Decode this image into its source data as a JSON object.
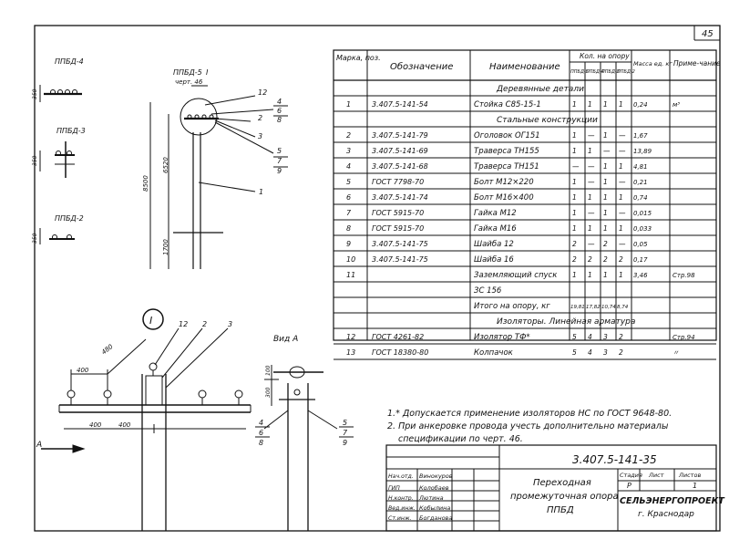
{
  "sheet": {
    "number": "45",
    "code": "3.407.5-141-35",
    "title_lines": [
      "Переходная",
      "промежуточная опора",
      "ППБД"
    ],
    "stage_label": "Стадия",
    "stage": "Р",
    "sheet_label": "Лист",
    "sheets_label": "Листов",
    "sheet_no": "1",
    "company": "СЕЛЬЭНЕРГОПРОЕКТ",
    "city": "г. Краснодар"
  },
  "signatures": [
    {
      "role": "Нач.отд.",
      "name": "Винокуров"
    },
    {
      "role": "ГИП",
      "name": "Колобаев"
    },
    {
      "role": "Н.контр.",
      "name": "Лютина"
    },
    {
      "role": "Вед.инж.",
      "name": "Кобылина"
    },
    {
      "role": "Ст.инж.",
      "name": "Богданова"
    }
  ],
  "table": {
    "headers": {
      "mark": "Марка, поз.",
      "designation": "Обозначение",
      "name": "Наименование",
      "qty_group": "Кол. на опору",
      "qty_cols": [
        "ППБД-5",
        "ППБД-4",
        "ППБД-3",
        "ППБД-2"
      ],
      "mass": "Масса ед. кг",
      "note": "Приме-чание"
    },
    "sections": {
      "wood": "Деревянные детали",
      "steel": "Стальные конструкции",
      "insulators": "Изоляторы. Линейная арматура"
    },
    "wood_rows": [
      {
        "pos": "1",
        "code": "3.407.5-141-54",
        "name": "Стойка С85-15-1",
        "q": [
          "1",
          "1",
          "1",
          "1"
        ],
        "mass": "0,24",
        "note": "м³"
      }
    ],
    "steel_rows": [
      {
        "pos": "2",
        "code": "3.407.5-141-79",
        "name": "Оголовок ОГ151",
        "q": [
          "1",
          "—",
          "1",
          "—"
        ],
        "mass": "1,67",
        "note": ""
      },
      {
        "pos": "3",
        "code": "3.407.5-141-69",
        "name": "Траверса ТН155",
        "q": [
          "1",
          "1",
          "—",
          "—"
        ],
        "mass": "13,89",
        "note": ""
      },
      {
        "pos": "4",
        "code": "3.407.5-141-68",
        "name": "Траверса ТН151",
        "q": [
          "—",
          "—",
          "1",
          "1"
        ],
        "mass": "4,81",
        "note": ""
      },
      {
        "pos": "5",
        "code": "ГОСТ 7798-70",
        "name": "Болт М12×220",
        "q": [
          "1",
          "—",
          "1",
          "—"
        ],
        "mass": "0,21",
        "note": ""
      },
      {
        "pos": "6",
        "code": "3.407.5-141-74",
        "name": "Болт М16×400",
        "q": [
          "1",
          "1",
          "1",
          "1"
        ],
        "mass": "0,74",
        "note": ""
      },
      {
        "pos": "7",
        "code": "ГОСТ 5915-70",
        "name": "Гайка М12",
        "q": [
          "1",
          "—",
          "1",
          "—"
        ],
        "mass": "0,015",
        "note": ""
      },
      {
        "pos": "8",
        "code": "ГОСТ 5915-70",
        "name": "Гайка М16",
        "q": [
          "1",
          "1",
          "1",
          "1"
        ],
        "mass": "0,033",
        "note": ""
      },
      {
        "pos": "9",
        "code": "3.407.5-141-75",
        "name": "Шайба 12",
        "q": [
          "2",
          "—",
          "2",
          "—"
        ],
        "mass": "0,05",
        "note": ""
      },
      {
        "pos": "10",
        "code": "3.407.5-141-75",
        "name": "Шайба 16",
        "q": [
          "2",
          "2",
          "2",
          "2"
        ],
        "mass": "0,17",
        "note": ""
      },
      {
        "pos": "11",
        "code": "",
        "name": "Заземляющий спуск",
        "q": [
          "1",
          "1",
          "1",
          "1"
        ],
        "mass": "3,46",
        "note": "Стр.98"
      }
    ],
    "extra_name": "ЗС 156",
    "total": {
      "name": "Итого на опору, кг",
      "q": [
        "19,81",
        "17,82",
        "10,74",
        "8,74"
      ]
    },
    "insulator_rows": [
      {
        "pos": "12",
        "code": "ГОСТ 4261-82",
        "name": "Изолятор ТФ*",
        "q": [
          "5",
          "4",
          "3",
          "2"
        ],
        "mass": "",
        "note": "Стр.94"
      },
      {
        "pos": "13",
        "code": "ГОСТ 18380-80",
        "name": "Колпачок",
        "q": [
          "5",
          "4",
          "3",
          "2"
        ],
        "mass": "",
        "note": "〃"
      }
    ]
  },
  "notes": [
    "1.* Допускается применение изоляторов НС по ГОСТ 9648-80.",
    "2. При анкеровке провода учесть дополнительно материалы",
    "спецификации по черт. 46."
  ],
  "drawing": {
    "views": {
      "pp5_4": "ППБД-4",
      "pp5_3": "ППБД-3",
      "pp5_2": "ППБД-2",
      "pp5_5": "ППБД-5",
      "ref": "черт. 46",
      "mark_I": "I",
      "vid_a": "Вид А",
      "arrow_a": "А"
    },
    "dims": {
      "d350": "350",
      "d8500": "8500",
      "d6520": "6520",
      "d1700": "1700",
      "d400": "400",
      "d480": "480",
      "d100": "100",
      "d300": "300"
    },
    "pos_labels": [
      "12",
      "4",
      "6",
      "8",
      "2",
      "3",
      "5",
      "7",
      "9",
      "1",
      "12",
      "2",
      "3",
      "4",
      "6",
      "8",
      "5",
      "7",
      "9"
    ]
  }
}
